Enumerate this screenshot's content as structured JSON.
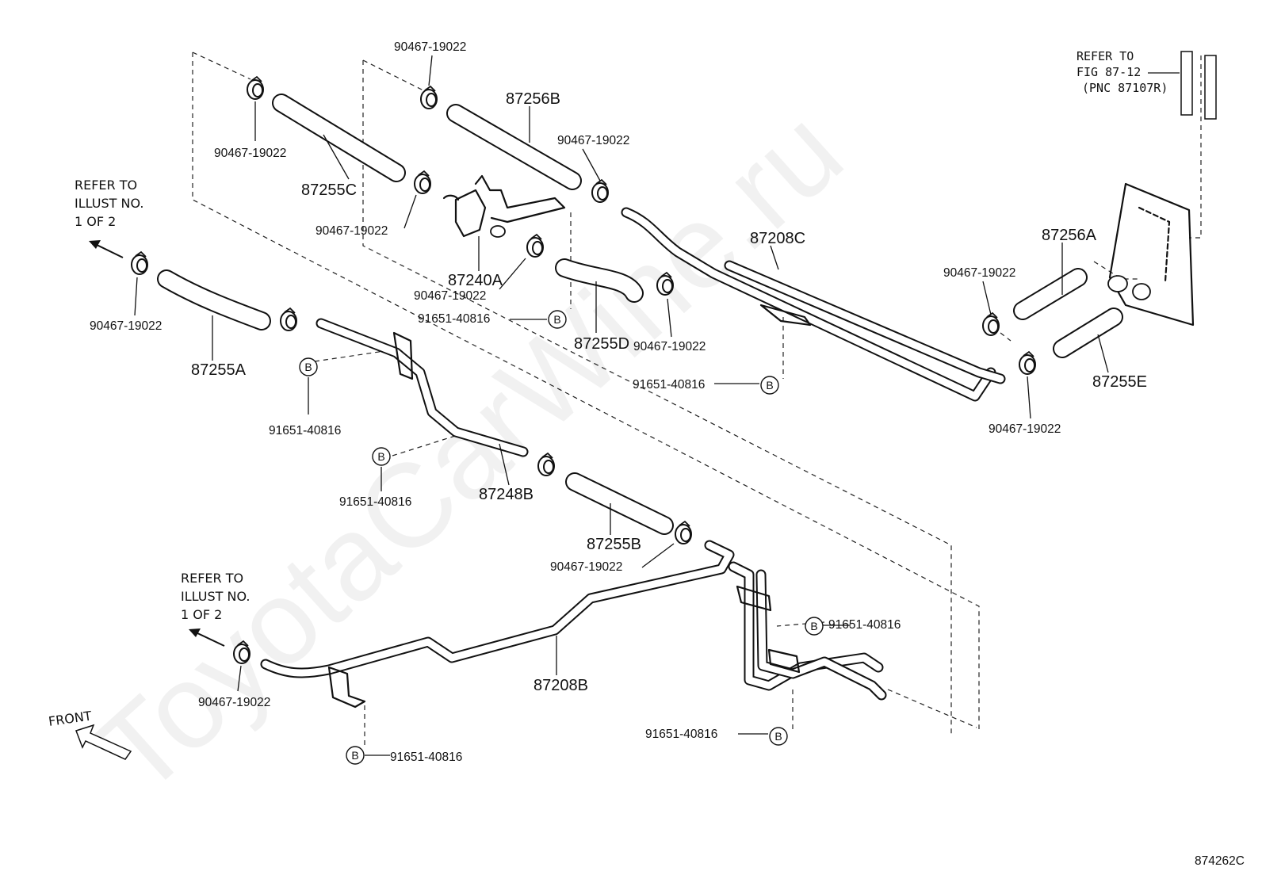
{
  "diagram": {
    "watermark": "ToyotaCarWine.ru",
    "figure_code": "874262C",
    "front_label": "FRONT",
    "refer_illust": [
      "REFER TO",
      "ILLUST NO.",
      "1 OF 2"
    ],
    "refer_fig": [
      "REFER TO",
      "FIG 87-12",
      "(PNC 87107R)"
    ],
    "bolt_letter": "B",
    "clamp_part": "90467-19022",
    "bolt_part": "91651-40816",
    "parts": {
      "p87255C": "87255C",
      "p87256B": "87256B",
      "p87240A": "87240A",
      "p87255D": "87255D",
      "p87208C": "87208C",
      "p87256A": "87256A",
      "p87255E": "87255E",
      "p87255A": "87255A",
      "p87248B": "87248B",
      "p87255B": "87255B",
      "p87208B": "87208B"
    }
  }
}
